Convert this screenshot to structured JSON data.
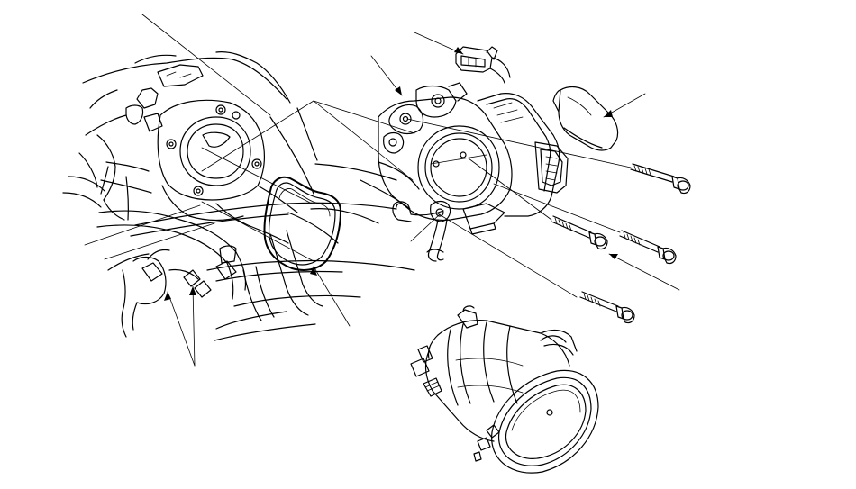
{
  "diagram": {
    "kind": "exploded-parts-illustration",
    "background_color": "#ffffff",
    "line_color": "#000000",
    "parts": [
      {
        "id": "intake-manifold",
        "icon": "intake-manifold-drawing"
      },
      {
        "id": "gasket",
        "icon": "gasket-ring-drawing"
      },
      {
        "id": "throttle-body",
        "icon": "throttle-body-drawing"
      },
      {
        "id": "connector",
        "icon": "electrical-connector-drawing"
      },
      {
        "id": "cover",
        "icon": "sensor-cover-drawing"
      },
      {
        "id": "bolts",
        "icon": "flange-bolt-drawing",
        "count": 4
      },
      {
        "id": "intake-duct",
        "icon": "intake-duct-drawing"
      }
    ],
    "callouts": [
      "manifold-top-leader",
      "manifold-left-leader",
      "gasket-leader",
      "hose-clamp-leader",
      "throttle-body-leader",
      "connector-leader",
      "cover-leader",
      "bolt-leader"
    ]
  }
}
